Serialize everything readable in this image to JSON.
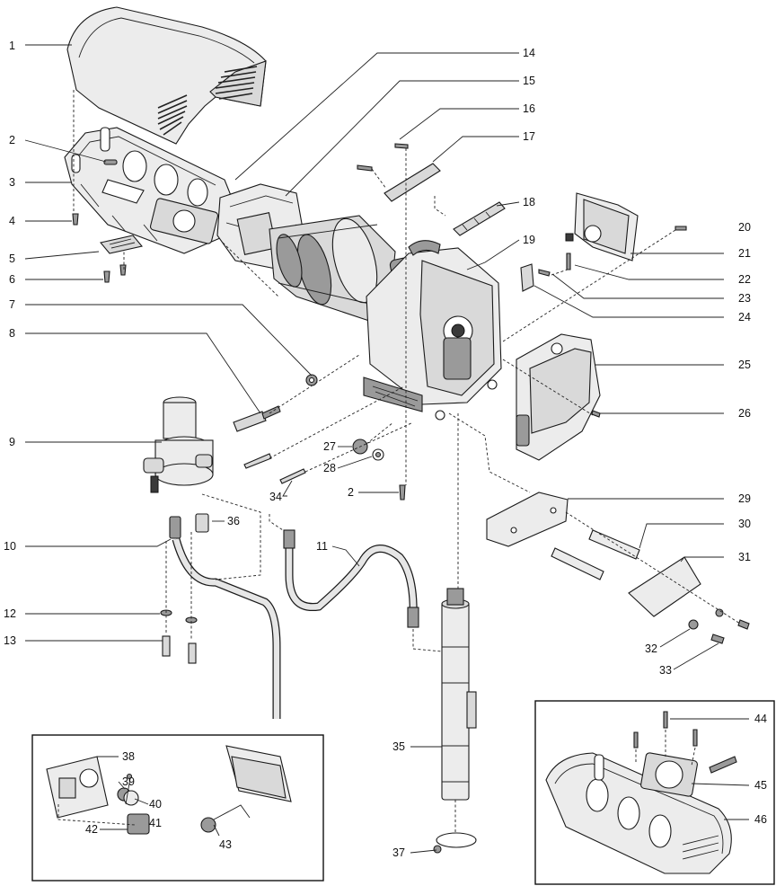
{
  "figure": {
    "callouts": {
      "c1": "1",
      "c2a": "2",
      "c2b": "2",
      "c3": "3",
      "c4": "4",
      "c5": "5",
      "c6": "6",
      "c7": "7",
      "c8": "8",
      "c9": "9",
      "c10": "10",
      "c11": "11",
      "c12": "12",
      "c13": "13",
      "c14": "14",
      "c15": "15",
      "c16": "16",
      "c17": "17",
      "c18": "18",
      "c19": "19",
      "c20": "20",
      "c21": "21",
      "c22": "22",
      "c23": "23",
      "c24": "24",
      "c25": "25",
      "c26": "26",
      "c27": "27",
      "c28": "28",
      "c29": "29",
      "c30": "30",
      "c31": "31",
      "c32": "32",
      "c33": "33",
      "c34": "34",
      "c35": "35",
      "c36": "36",
      "c37": "37",
      "c38": "38",
      "c39": "39",
      "c40": "40",
      "c41": "41",
      "c42": "42",
      "c43": "43",
      "c44": "44",
      "c45": "45",
      "c46": "46"
    }
  }
}
